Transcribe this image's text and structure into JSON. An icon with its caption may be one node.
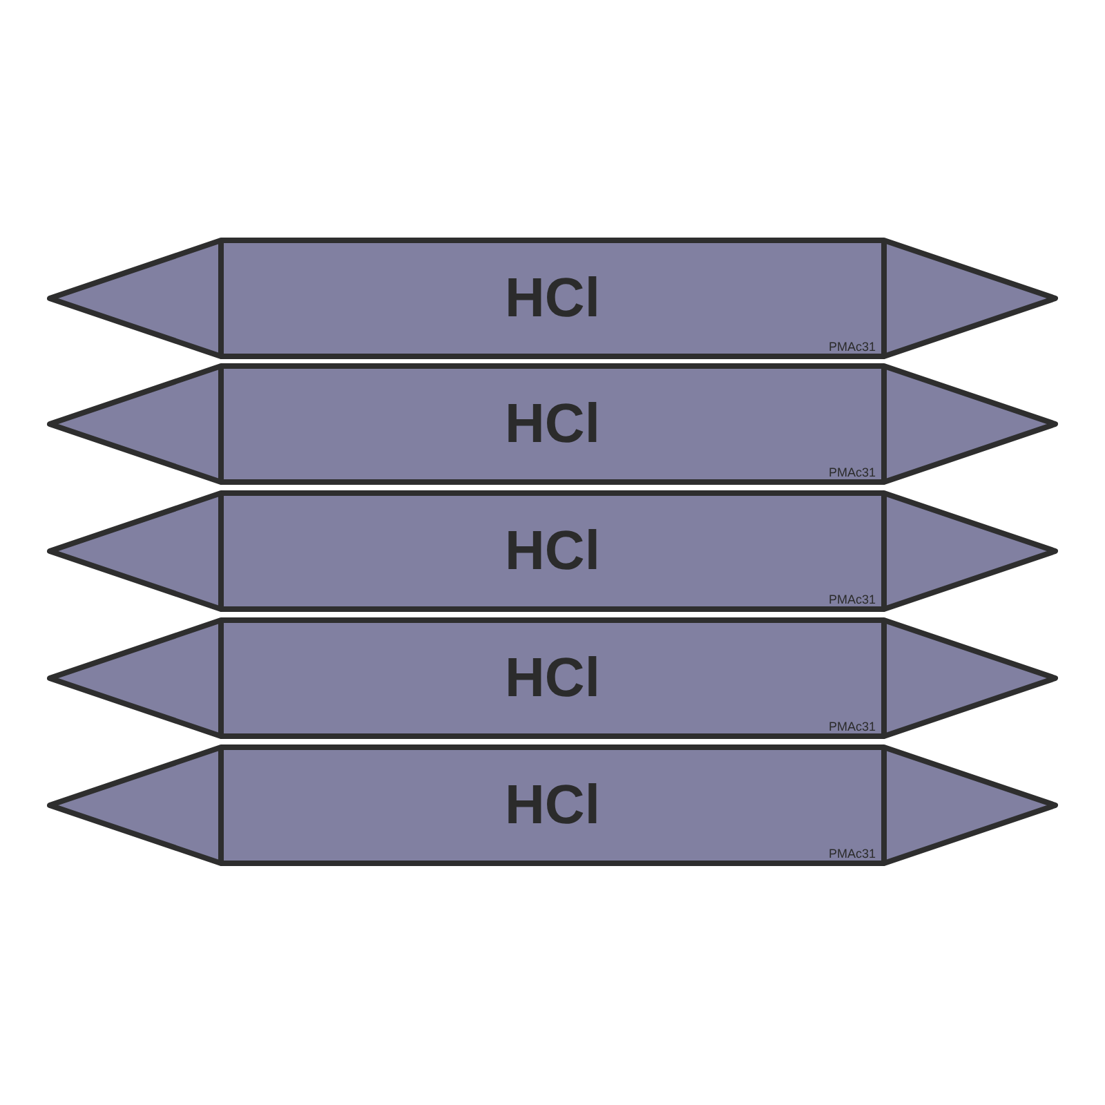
{
  "diagram": {
    "nodes": [
      {
        "text": [
          "HCl",
          "PMAc31"
        ]
      },
      {
        "text": [
          "HCl",
          "PMAc31"
        ]
      },
      {
        "text": [
          "HCl",
          "PMAc31"
        ]
      },
      {
        "text": [
          "HCl",
          "PMAc31"
        ]
      },
      {
        "text": [
          "HCl",
          "PMAc31"
        ]
      }
    ]
  }
}
